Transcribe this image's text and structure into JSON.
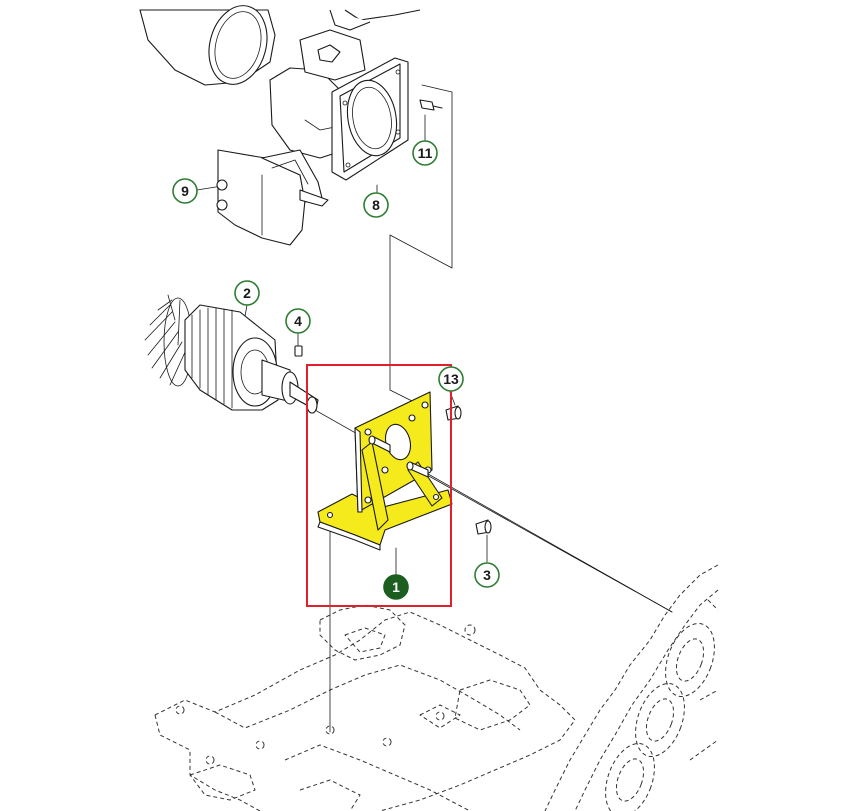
{
  "diagram": {
    "callouts": [
      {
        "id": "c1",
        "label": "1",
        "style": "filled"
      },
      {
        "id": "c2",
        "label": "2",
        "style": "outline"
      },
      {
        "id": "c3",
        "label": "3",
        "style": "outline"
      },
      {
        "id": "c4",
        "label": "4",
        "style": "outline"
      },
      {
        "id": "c8",
        "label": "8",
        "style": "outline"
      },
      {
        "id": "c9",
        "label": "9",
        "style": "outline"
      },
      {
        "id": "c11",
        "label": "11",
        "style": "outline"
      },
      {
        "id": "c13",
        "label": "13",
        "style": "outline"
      }
    ],
    "colors": {
      "callout_ring": "#2e7d32",
      "callout_filled": "#1b5e20",
      "highlight_box": "#e0202a",
      "highlighted_part": "#f5ea1c"
    }
  }
}
